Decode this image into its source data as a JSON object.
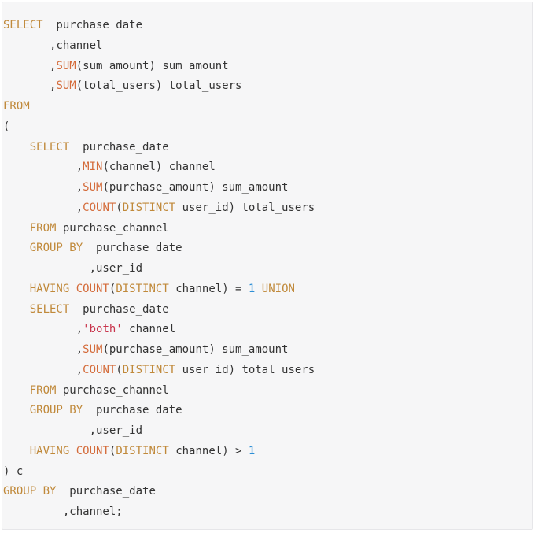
{
  "code_block": {
    "language": "sql",
    "colors": {
      "background": "#f6f6f7",
      "keyword": "#c0893a",
      "function": "#d46b3a",
      "number": "#2d8fd6",
      "string": "#c8344c",
      "plain": "#333333"
    },
    "lines": [
      {
        "indent": "",
        "tokens": [
          {
            "t": "SELECT",
            "k": "keyword"
          },
          {
            "t": "  purchase_date",
            "k": "plain"
          }
        ]
      },
      {
        "indent": "       ",
        "tokens": [
          {
            "t": ",channel",
            "k": "plain"
          }
        ]
      },
      {
        "indent": "       ",
        "tokens": [
          {
            "t": ",",
            "k": "plain"
          },
          {
            "t": "SUM",
            "k": "function"
          },
          {
            "t": "(sum_amount) sum_amount",
            "k": "plain"
          }
        ]
      },
      {
        "indent": "       ",
        "tokens": [
          {
            "t": ",",
            "k": "plain"
          },
          {
            "t": "SUM",
            "k": "function"
          },
          {
            "t": "(total_users) total_users",
            "k": "plain"
          }
        ]
      },
      {
        "indent": "",
        "tokens": [
          {
            "t": "FROM",
            "k": "keyword"
          }
        ]
      },
      {
        "indent": "",
        "tokens": [
          {
            "t": "(",
            "k": "plain"
          }
        ]
      },
      {
        "indent": "    ",
        "tokens": [
          {
            "t": "SELECT",
            "k": "keyword"
          },
          {
            "t": "  purchase_date",
            "k": "plain"
          }
        ]
      },
      {
        "indent": "           ",
        "tokens": [
          {
            "t": ",",
            "k": "plain"
          },
          {
            "t": "MIN",
            "k": "function"
          },
          {
            "t": "(channel) channel",
            "k": "plain"
          }
        ]
      },
      {
        "indent": "           ",
        "tokens": [
          {
            "t": ",",
            "k": "plain"
          },
          {
            "t": "SUM",
            "k": "function"
          },
          {
            "t": "(purchase_amount) sum_amount",
            "k": "plain"
          }
        ]
      },
      {
        "indent": "           ",
        "tokens": [
          {
            "t": ",",
            "k": "plain"
          },
          {
            "t": "COUNT",
            "k": "function"
          },
          {
            "t": "(",
            "k": "plain"
          },
          {
            "t": "DISTINCT",
            "k": "keyword"
          },
          {
            "t": " user_id) total_users",
            "k": "plain"
          }
        ]
      },
      {
        "indent": "    ",
        "tokens": [
          {
            "t": "FROM",
            "k": "keyword"
          },
          {
            "t": " purchase_channel",
            "k": "plain"
          }
        ]
      },
      {
        "indent": "    ",
        "tokens": [
          {
            "t": "GROUP BY",
            "k": "keyword"
          },
          {
            "t": "  purchase_date",
            "k": "plain"
          }
        ]
      },
      {
        "indent": "             ",
        "tokens": [
          {
            "t": ",user_id",
            "k": "plain"
          }
        ]
      },
      {
        "indent": "    ",
        "tokens": [
          {
            "t": "HAVING",
            "k": "keyword"
          },
          {
            "t": " ",
            "k": "plain"
          },
          {
            "t": "COUNT",
            "k": "function"
          },
          {
            "t": "(",
            "k": "plain"
          },
          {
            "t": "DISTINCT",
            "k": "keyword"
          },
          {
            "t": " channel) = ",
            "k": "plain"
          },
          {
            "t": "1",
            "k": "number"
          },
          {
            "t": " ",
            "k": "plain"
          },
          {
            "t": "UNION",
            "k": "keyword"
          }
        ]
      },
      {
        "indent": "    ",
        "tokens": [
          {
            "t": "SELECT",
            "k": "keyword"
          },
          {
            "t": "  purchase_date",
            "k": "plain"
          }
        ]
      },
      {
        "indent": "           ",
        "tokens": [
          {
            "t": ",",
            "k": "plain"
          },
          {
            "t": "'both'",
            "k": "string"
          },
          {
            "t": " channel",
            "k": "plain"
          }
        ]
      },
      {
        "indent": "           ",
        "tokens": [
          {
            "t": ",",
            "k": "plain"
          },
          {
            "t": "SUM",
            "k": "function"
          },
          {
            "t": "(purchase_amount) sum_amount",
            "k": "plain"
          }
        ]
      },
      {
        "indent": "           ",
        "tokens": [
          {
            "t": ",",
            "k": "plain"
          },
          {
            "t": "COUNT",
            "k": "function"
          },
          {
            "t": "(",
            "k": "plain"
          },
          {
            "t": "DISTINCT",
            "k": "keyword"
          },
          {
            "t": " user_id) total_users",
            "k": "plain"
          }
        ]
      },
      {
        "indent": "    ",
        "tokens": [
          {
            "t": "FROM",
            "k": "keyword"
          },
          {
            "t": " purchase_channel",
            "k": "plain"
          }
        ]
      },
      {
        "indent": "    ",
        "tokens": [
          {
            "t": "GROUP BY",
            "k": "keyword"
          },
          {
            "t": "  purchase_date",
            "k": "plain"
          }
        ]
      },
      {
        "indent": "             ",
        "tokens": [
          {
            "t": ",user_id",
            "k": "plain"
          }
        ]
      },
      {
        "indent": "    ",
        "tokens": [
          {
            "t": "HAVING",
            "k": "keyword"
          },
          {
            "t": " ",
            "k": "plain"
          },
          {
            "t": "COUNT",
            "k": "function"
          },
          {
            "t": "(",
            "k": "plain"
          },
          {
            "t": "DISTINCT",
            "k": "keyword"
          },
          {
            "t": " channel) > ",
            "k": "plain"
          },
          {
            "t": "1",
            "k": "number"
          }
        ]
      },
      {
        "indent": "",
        "tokens": [
          {
            "t": ") c",
            "k": "plain"
          }
        ]
      },
      {
        "indent": "",
        "tokens": [
          {
            "t": "GROUP BY",
            "k": "keyword"
          },
          {
            "t": "  purchase_date",
            "k": "plain"
          }
        ]
      },
      {
        "indent": "         ",
        "tokens": [
          {
            "t": ",channel;",
            "k": "plain"
          }
        ]
      }
    ]
  }
}
